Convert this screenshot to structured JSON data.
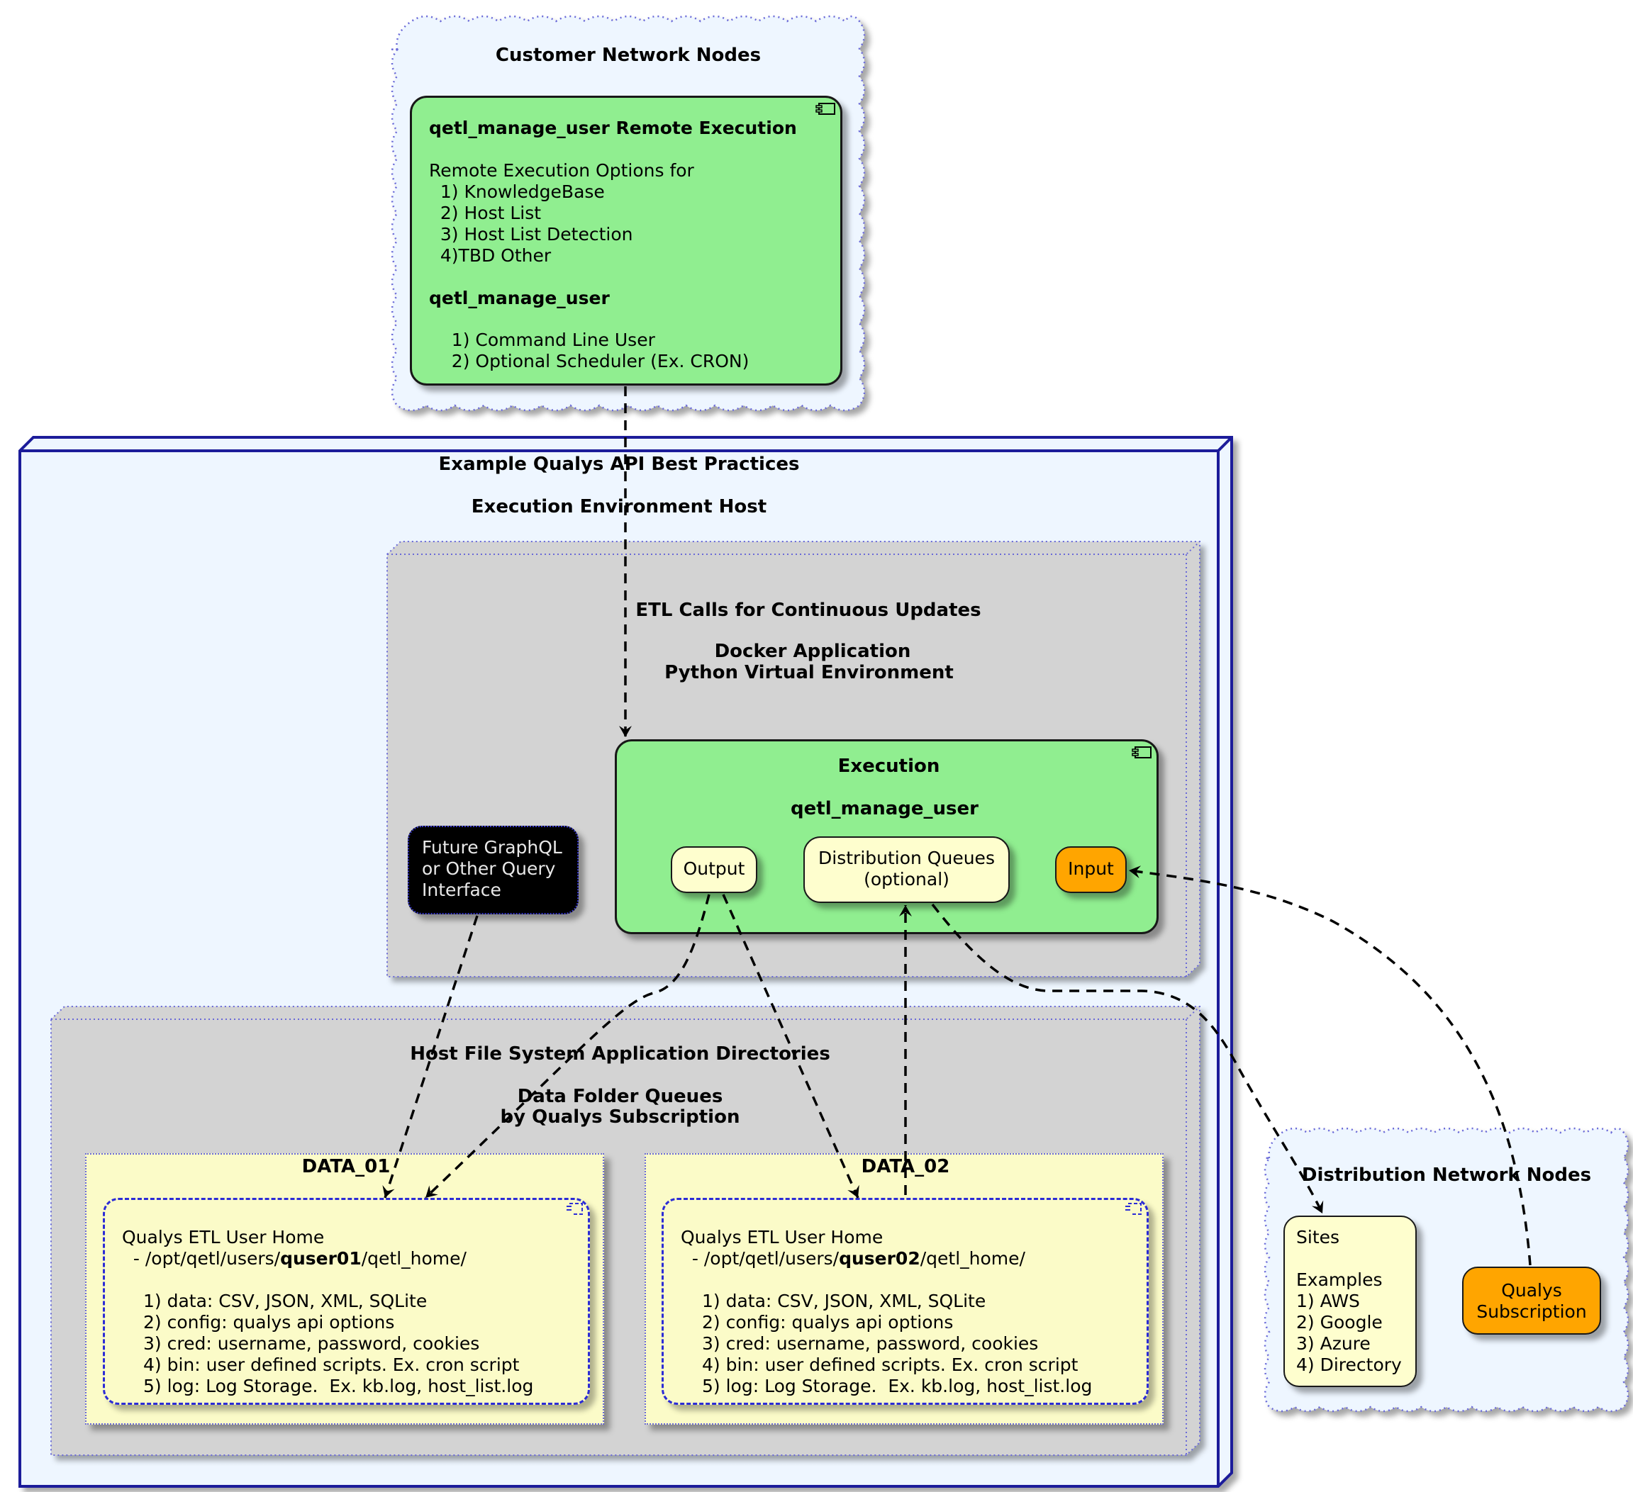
{
  "customer_cloud": {
    "title": "Customer Network Nodes",
    "remote_component": {
      "title": "qetl_manage_user Remote Execution",
      "options_heading": "Remote Execution Options for",
      "options": [
        "  1) KnowledgeBase",
        "  2) Host List",
        "  3) Host List Detection",
        "  4)TBD Other"
      ],
      "user_heading": "qetl_manage_user",
      "user_items": [
        "    1) Command Line User",
        "    2) Optional Scheduler (Ex. CRON)"
      ],
      "icon": "component-icon"
    }
  },
  "host_node": {
    "title": "Example Qualys API Best Practices",
    "subtitle": "Execution Environment Host",
    "docker_node": {
      "edge_label": "ETL Calls for Continuous Updates",
      "title_line1": "Docker Application",
      "title_line2": "Python Virtual Environment",
      "graphql_box": [
        "Future GraphQL",
        "or Other Query",
        "Interface"
      ],
      "execution": {
        "title": "Execution",
        "subtitle": "qetl_manage_user",
        "output_label": "Output",
        "queues_label_line1": "Distribution Queues",
        "queues_label_line2": "(optional)",
        "input_label": "Input",
        "icon": "component-icon"
      }
    },
    "filesystem_node": {
      "title": "Host File System Application Directories",
      "subtitle_line1": "Data Folder Queues",
      "subtitle_line2": "by Qualys Subscription",
      "folders": [
        {
          "name": "DATA_01",
          "home_title": "Qualys ETL User Home",
          "path_prefix": "  - /opt/qetl/users/",
          "path_user": "quser01",
          "path_suffix": "/qetl_home/",
          "items": [
            "1) data: CSV, JSON, XML, SQLite",
            "2) config: qualys api options",
            "3) cred: username, password, cookies",
            "4) bin: user defined scripts. Ex. cron script",
            "5) log: Log Storage.  Ex. kb.log, host_list.log"
          ]
        },
        {
          "name": "DATA_02",
          "home_title": "Qualys ETL User Home",
          "path_prefix": "  - /opt/qetl/users/",
          "path_user": "quser02",
          "path_suffix": "/qetl_home/",
          "items": [
            "1) data: CSV, JSON, XML, SQLite",
            "2) config: qualys api options",
            "3) cred: username, password, cookies",
            "4) bin: user defined scripts. Ex. cron script",
            "5) log: Log Storage.  Ex. kb.log, host_list.log"
          ]
        }
      ]
    }
  },
  "distribution_cloud": {
    "title": "Distribution Network Nodes",
    "sites_box": [
      "Sites",
      "",
      "Examples",
      "1) AWS",
      "2) Google",
      "3) Azure",
      "4) Directory"
    ],
    "subscription_box": [
      "Qualys",
      "Subscription"
    ]
  },
  "colors": {
    "cloud_fill": "#eef6ff",
    "cloud_border": "#6a6ad8",
    "node_border": "#1a1a9a",
    "component_green": "#90ee90",
    "artifact_cream": "#fefece",
    "orange": "#ffa500",
    "gray_node": "#d3d3d3",
    "folder_yellow": "#fbfbc8"
  }
}
